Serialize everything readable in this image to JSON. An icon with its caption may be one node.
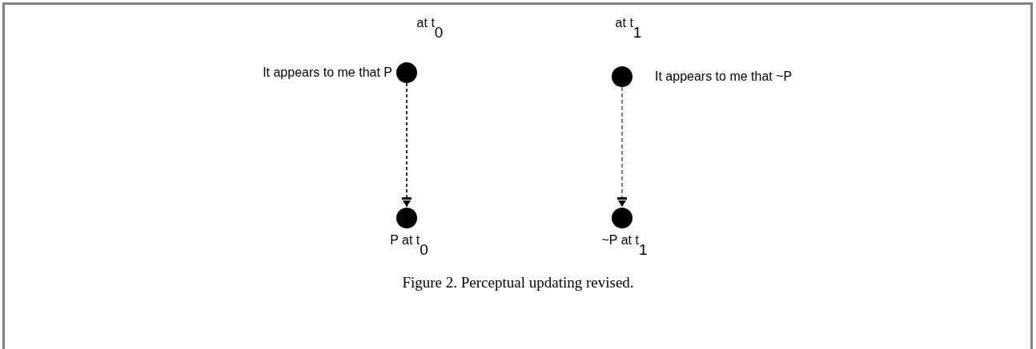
{
  "diagram": {
    "caption": "Figure 2.  Perceptual updating revised.",
    "nodes": [
      {
        "text": [],
        "shape": "circle",
        "beside": [
          "at t$_{0}$",
          "It appears to me that P"
        ]
      },
      {
        "text": [],
        "shape": "circle",
        "beside": [
          "P at t$_{0}$"
        ]
      },
      {
        "text": [],
        "shape": "circle",
        "beside": [
          "at t$_{1}$",
          "It appears to me that ~P"
        ]
      },
      {
        "text": [],
        "shape": "circle",
        "beside": [
          "~P at t$_{1}$"
        ]
      }
    ],
    "edges": [
      {
        "from": 0,
        "to": 1,
        "arrow": "to",
        "style": "dashed"
      },
      {
        "from": 2,
        "to": 3,
        "arrow": "to",
        "style": "dashed"
      }
    ]
  }
}
